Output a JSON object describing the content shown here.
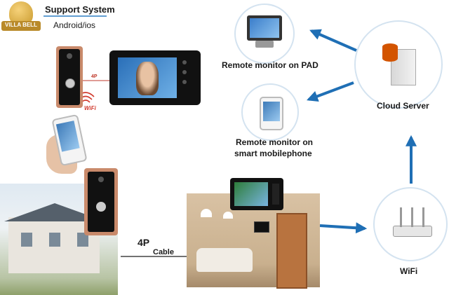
{
  "brand": {
    "logo_text": "VILLA BELL"
  },
  "header": {
    "title": "Support System",
    "subtitle": "Android/ios"
  },
  "labels": {
    "pad": "Remote monitor on PAD",
    "phone_line1": "Remote monitor on",
    "phone_line2": "smart mobilephone",
    "cloud": "Cloud Server",
    "wifi": "WiFi",
    "wifi_small": "WiFi",
    "wire_4p_small": "4P",
    "wire_4p": "4P",
    "cable": "Cable"
  },
  "colors": {
    "arrow": "#1f6fb5",
    "accent": "#2f7fc4",
    "doorbell": "#c98a6b",
    "monitor": "#111111"
  }
}
